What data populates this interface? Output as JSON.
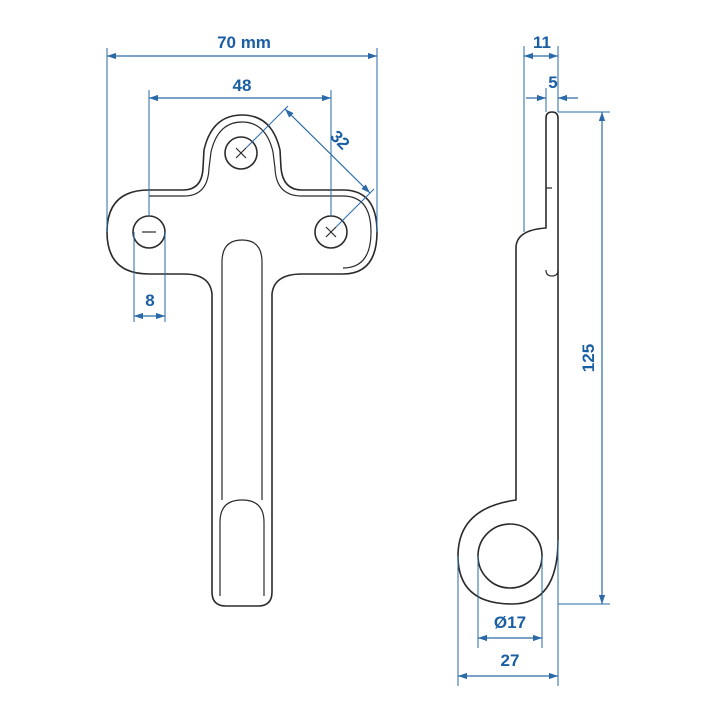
{
  "colors": {
    "dimension": "#2a6aa8",
    "dimension_text": "#1a5fa3",
    "outline": "#2b2b2b",
    "background": "#ffffff"
  },
  "dimensions": {
    "overall_width": "70 mm",
    "hole_spacing": "48",
    "diagonal_spacing": "32",
    "hole_offset": "8",
    "side_thickness": "11",
    "plate_thickness": "5",
    "length": "125",
    "eye_diameter": "Ø17",
    "eye_width": "27"
  }
}
